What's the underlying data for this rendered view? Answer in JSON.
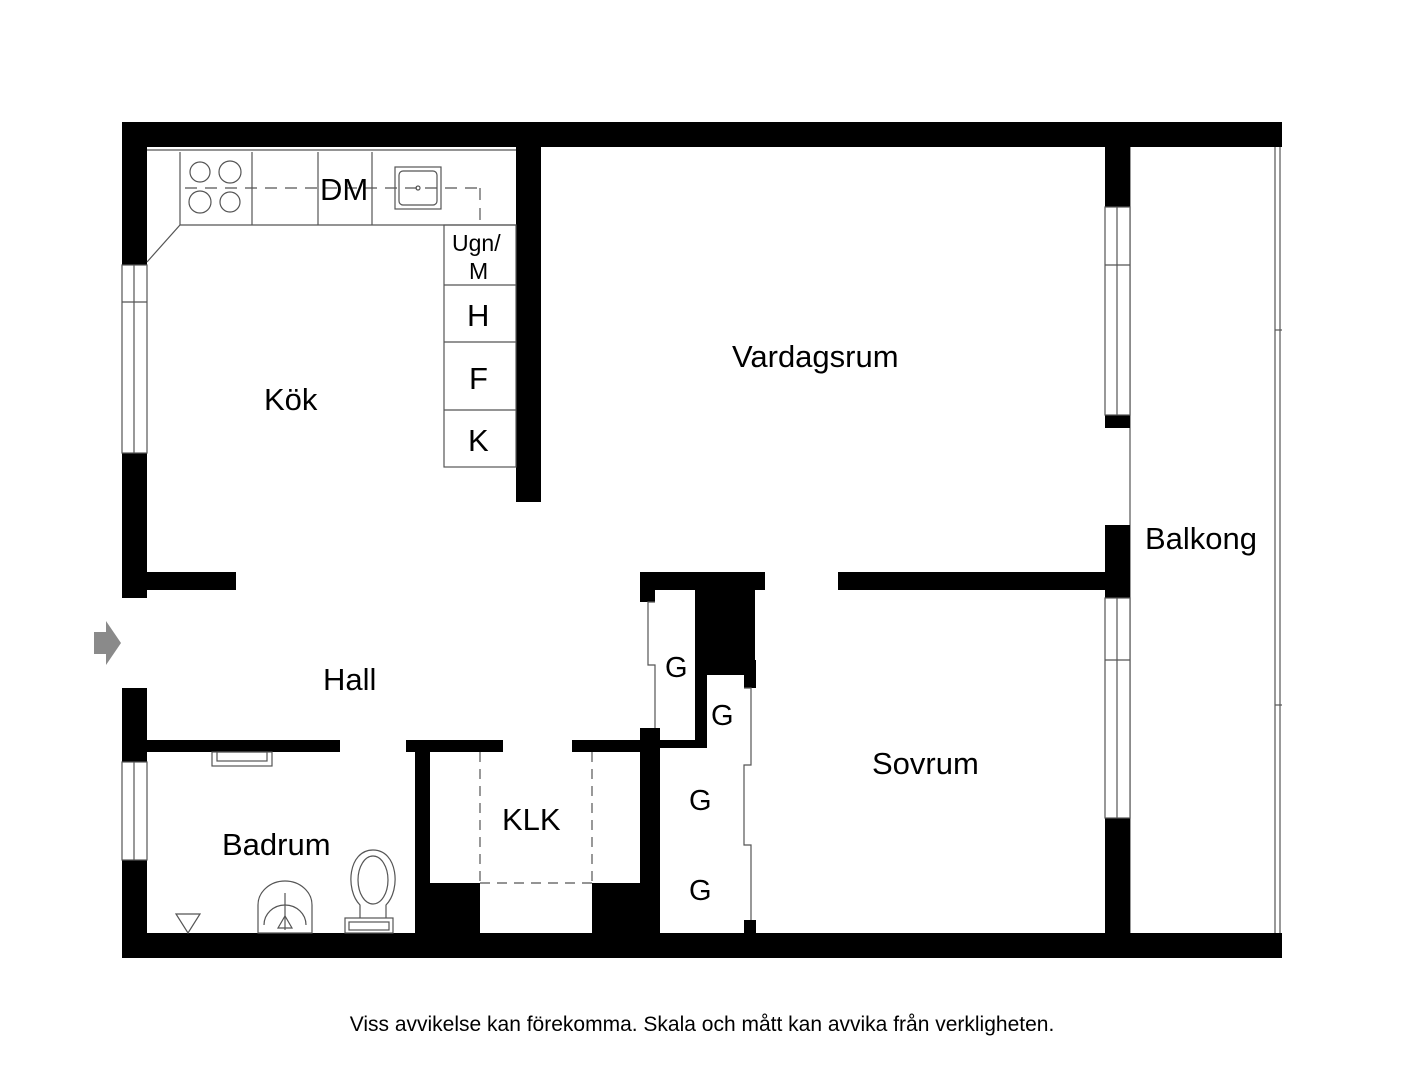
{
  "rooms": {
    "kitchen": "Kök",
    "living_room": "Vardagsrum",
    "balcony": "Balkong",
    "hall": "Hall",
    "bathroom": "Badrum",
    "closet": "KLK",
    "bedroom": "Sovrum",
    "wardrobes": [
      "G",
      "G",
      "G",
      "G"
    ]
  },
  "appliances": {
    "dishwasher": "DM",
    "oven": "Ugn/",
    "oven_line2": "M",
    "h": "H",
    "f": "F",
    "k": "K"
  },
  "disclaimer": "Viss avvikelse kan förekomma. Skala och mått kan avvika från verkligheten.",
  "colors": {
    "wall": "#000000",
    "entrance_arrow": "#8a8a8a"
  }
}
